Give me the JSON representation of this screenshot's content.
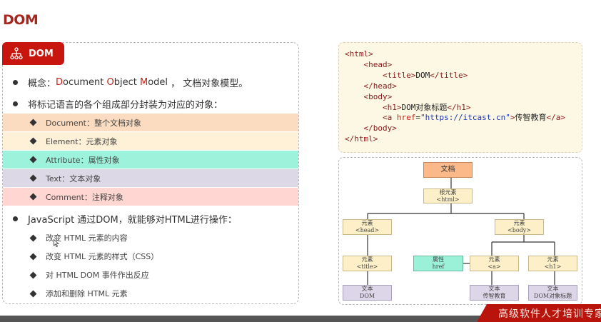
{
  "page": {
    "title": "DOM"
  },
  "left_card": {
    "tab_label": "DOM",
    "tab_icon": "sitemap-icon",
    "bullet1": {
      "prefix": "概念：",
      "d": "D",
      "ocument": "ocument ",
      "o": "O",
      "bject": "bject ",
      "m": "M",
      "odel": "odel",
      "suffix": " ， 文档对象模型。"
    },
    "bullet2": "将标记语言的各个组成部分封装为对应的对象：",
    "objects": [
      {
        "label": "Document：整个文档对象",
        "color": "#fbdcc0"
      },
      {
        "label": "Element：元素对象",
        "color": "#fff1d8"
      },
      {
        "label": "Attribute：属性对象",
        "color": "#9cf2da"
      },
      {
        "label": "Text：文本对象",
        "color": "#dcd8e6"
      },
      {
        "label": "Comment：注释对象",
        "color": "#ffd6d2"
      }
    ],
    "bullet3": "JavaScript 通过DOM，就能够对HTML进行操作：",
    "operations": [
      "改变 HTML 元素的内容",
      "改变 HTML 元素的样式（CSS）",
      "对 HTML DOM 事件作出反应",
      "添加和删除 HTML 元素"
    ]
  },
  "code": {
    "lines": [
      [
        {
          "t": "tag",
          "v": "<html>"
        }
      ],
      [
        {
          "t": "plain",
          "v": "    "
        },
        {
          "t": "tag",
          "v": "<head>"
        }
      ],
      [
        {
          "t": "plain",
          "v": "        "
        },
        {
          "t": "tag",
          "v": "<title>"
        },
        {
          "t": "plain",
          "v": "DOM"
        },
        {
          "t": "tag",
          "v": "</title>"
        }
      ],
      [
        {
          "t": "plain",
          "v": "    "
        },
        {
          "t": "tag",
          "v": "</head>"
        }
      ],
      [
        {
          "t": "plain",
          "v": "    "
        },
        {
          "t": "tag",
          "v": "<body>"
        }
      ],
      [
        {
          "t": "plain",
          "v": "        "
        },
        {
          "t": "tag",
          "v": "<h1>"
        },
        {
          "t": "plain",
          "v": "DOM对象标题"
        },
        {
          "t": "tag",
          "v": "</h1>"
        }
      ],
      [
        {
          "t": "plain",
          "v": "        "
        },
        {
          "t": "tag",
          "v": "<a "
        },
        {
          "t": "attr",
          "v": "href"
        },
        {
          "t": "plain",
          "v": "="
        },
        {
          "t": "str",
          "v": "\"https://itcast.cn\""
        },
        {
          "t": "tag",
          "v": ">"
        },
        {
          "t": "plain",
          "v": "传智教育"
        },
        {
          "t": "tag",
          "v": "</a>"
        }
      ],
      [
        {
          "t": "plain",
          "v": "    "
        },
        {
          "t": "tag",
          "v": "</body>"
        }
      ],
      [
        {
          "t": "tag",
          "v": "</html>"
        }
      ]
    ]
  },
  "tree": {
    "doc": {
      "l1": "文档"
    },
    "root": {
      "l1": "根元素",
      "l2": "<html>"
    },
    "head": {
      "l1": "元素",
      "l2": "<head>"
    },
    "body": {
      "l1": "元素",
      "l2": "<body>"
    },
    "title": {
      "l1": "元素",
      "l2": "<title>"
    },
    "href": {
      "l1": "属性",
      "l2": "href"
    },
    "a": {
      "l1": "元素",
      "l2": "<a>"
    },
    "h1": {
      "l1": "元素",
      "l2": "<h1>"
    },
    "text_dom": {
      "l1": "文本",
      "l2": "DOM"
    },
    "text_a": {
      "l1": "文本",
      "l2": "传智教育"
    },
    "text_h1": {
      "l1": "文本",
      "l2": "DOM对象标题"
    }
  },
  "footer": {
    "banner": "高级软件人才培训专家"
  }
}
